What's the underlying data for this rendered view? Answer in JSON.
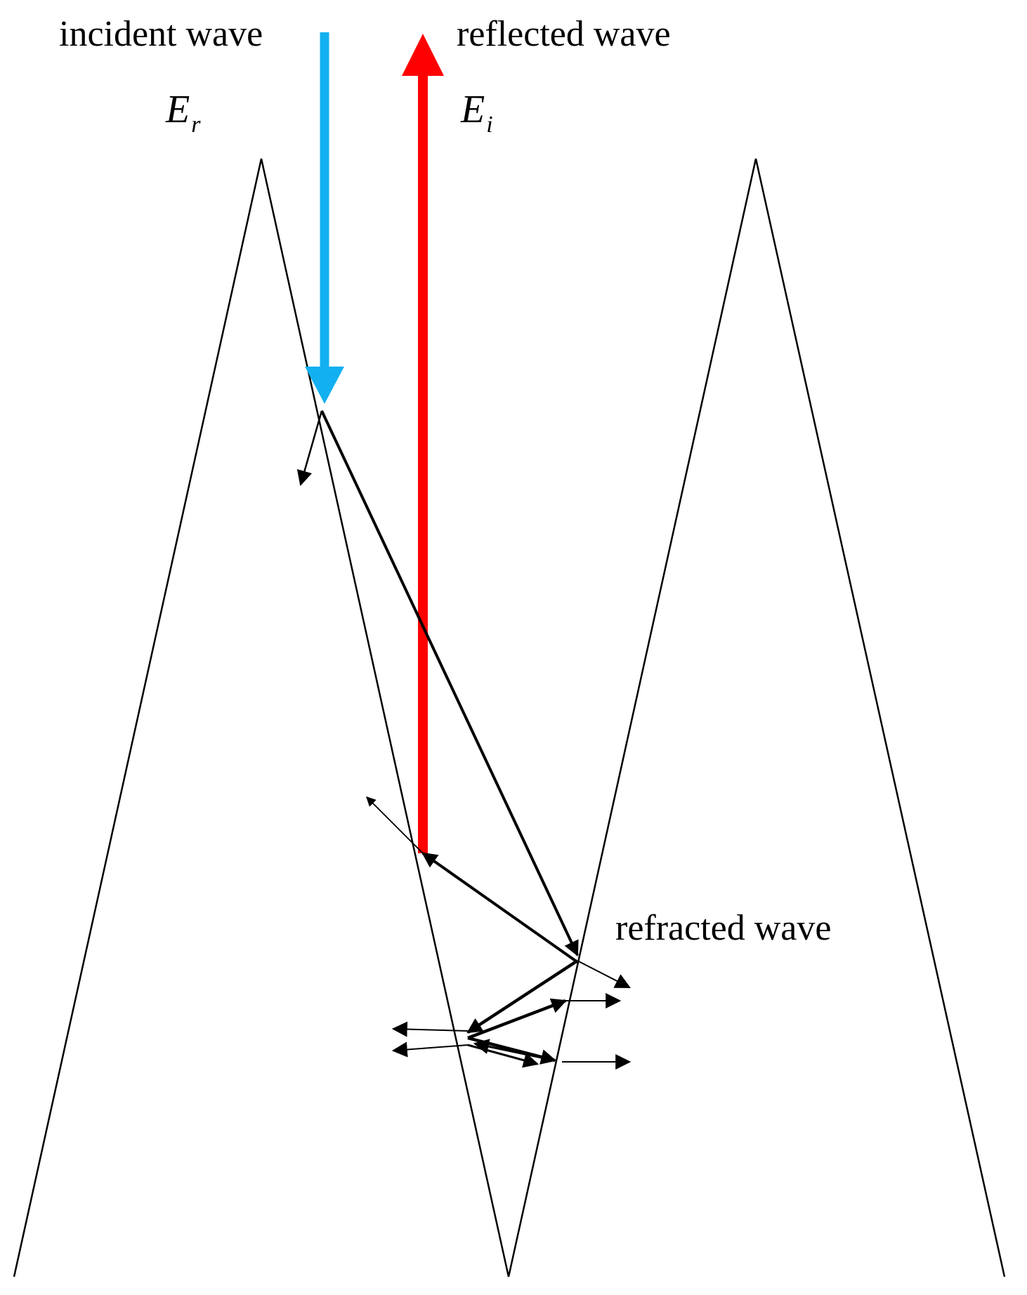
{
  "labels": {
    "incident": "incident wave",
    "reflected": "reflected wave",
    "refracted": "refracted wave",
    "e_r_main": "E",
    "e_r_sub": "r",
    "e_i_main": "E",
    "e_i_sub": "i"
  },
  "colors": {
    "incident": "#12b0f0",
    "reflected": "#ff0000",
    "lines": "#000000"
  }
}
